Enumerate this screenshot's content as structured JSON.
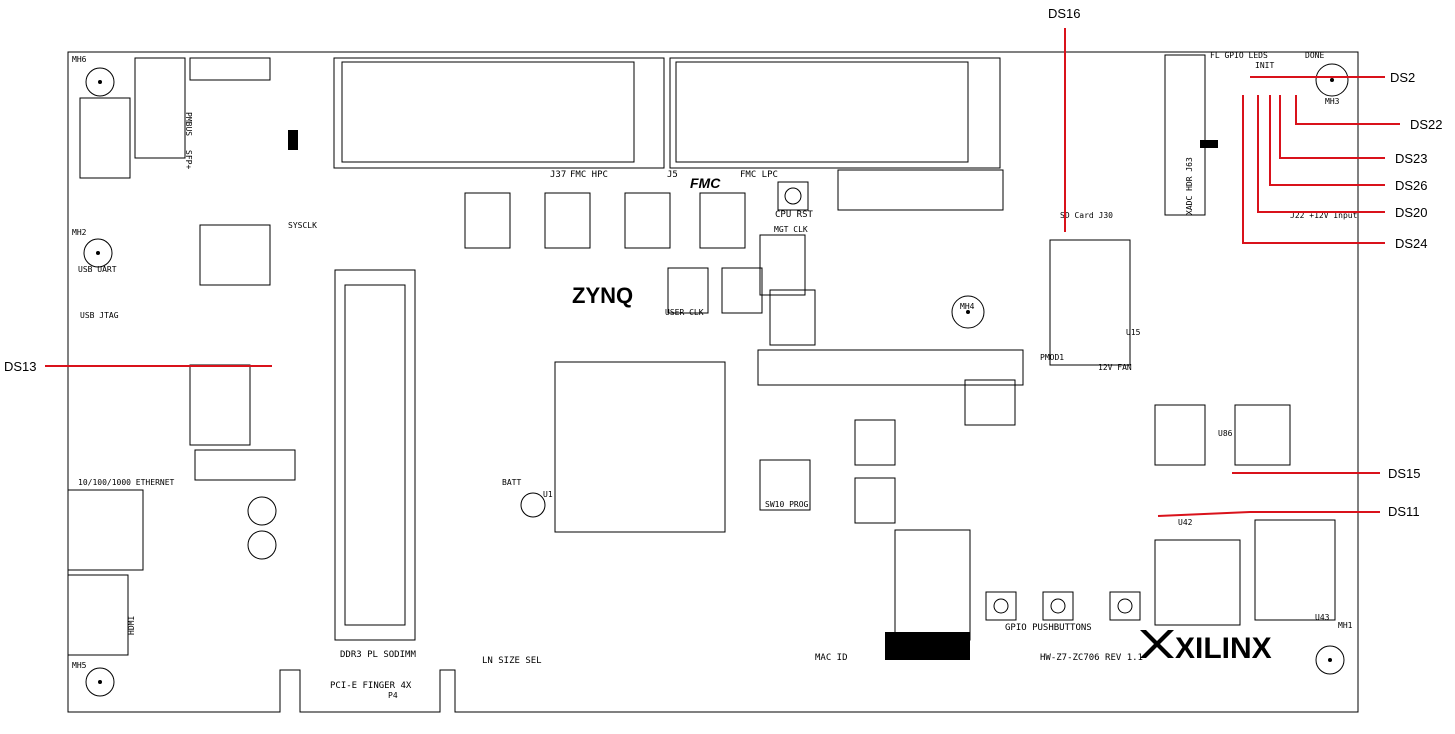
{
  "board": {
    "revision": "HW-Z7-ZC706 REV 1.1",
    "brand": "XILINX",
    "soc": "ZYNQ",
    "fmc_logo": "FMC",
    "labels": {
      "fmc_hpc": "FMC HPC",
      "fmc_lpc": "FMC LPC",
      "j37": "J37",
      "j5": "J5",
      "cpu_rst": "CPU RST",
      "sd_card": "SD Card  J30",
      "xadc": "XADC HDR J63",
      "ddr3": "DDR3 PL SODIMM",
      "pcie": "PCI-E FINGER 4X",
      "p4": "P4",
      "gpio": "GPIO PUSHBUTTONS",
      "mac_id": "MAC ID",
      "ln_size": "LN SIZE SEL",
      "ethernet": "10/100/1000 ETHERNET",
      "hdmi": "HDMI",
      "usb_jtag": "USB JTAG",
      "usb_uart": "USB UART",
      "pmbus": "PMBUS",
      "sfp": "SFP+",
      "sysclk": "SYSCLK",
      "user_clk": "USER CLK",
      "mgt_clk": "MGT CLK",
      "pmod1": "PMOD1",
      "fan": "12V FAN",
      "input12v": "J22 +12V Input",
      "sw10": "SW10 PROG",
      "u1": "U1",
      "batt": "BATT",
      "mh1": "MH1",
      "mh2": "MH2",
      "mh3": "MH3",
      "mh4": "MH4",
      "mh5": "MH5",
      "mh6": "MH6",
      "u43": "U43",
      "u42": "U42",
      "u15": "U15",
      "u86": "U86",
      "fl_gpio": "FL GPIO LEDS",
      "done": "DONE",
      "init": "INIT"
    }
  },
  "callouts": {
    "ds16": "DS16",
    "ds2": "DS2",
    "ds22": "DS22",
    "ds23": "DS23",
    "ds26": "DS26",
    "ds20": "DS20",
    "ds24": "DS24",
    "ds13": "DS13",
    "ds15": "DS15",
    "ds11": "DS11"
  },
  "colors": {
    "callout_line": "#d9121b"
  }
}
